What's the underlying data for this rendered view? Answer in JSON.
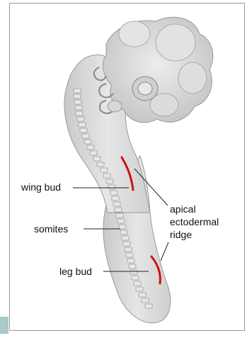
{
  "labels": {
    "wing_bud": "wing bud",
    "somites": "somites",
    "leg_bud": "leg bud",
    "aer_line1": "apical",
    "aer_line2": "ectodermal",
    "aer_line3": "ridge"
  },
  "colors": {
    "embryo_fill": "#dcdcdc",
    "embryo_shade": "#b9b9b9",
    "ridge": "#cc1111",
    "frame_border": "#9a9a9a",
    "corner_tab": "#a9c9cc"
  }
}
